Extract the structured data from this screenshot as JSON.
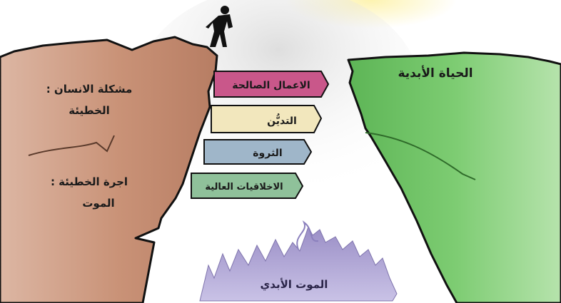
{
  "left_cliff": {
    "problem_line1": "مشكلة الانسان :",
    "problem_line2": "الخطيئة",
    "wage_line1": "اجرة الخطيئة :",
    "wage_line2": "الموت"
  },
  "right_cliff": {
    "label": "الحياة الأبدية"
  },
  "bridge_planks": [
    {
      "label": "الاعمال الصالحة",
      "color": "#c9578a"
    },
    {
      "label": "التديُّن",
      "color": "#f2e7bd"
    },
    {
      "label": "الثروة",
      "color": "#9fb6c9"
    },
    {
      "label": "الاخلاقيات العالية",
      "color": "#8fc19a"
    }
  ],
  "abyss": {
    "label": "الموت الأبدي"
  },
  "colors": {
    "left_cliff": "#c99277",
    "right_cliff": "#72c66a",
    "flames": "#a89ccd",
    "sky_glow": "#fbefa8",
    "figure": "#111111"
  },
  "icons": {
    "figure": "standing-man-icon"
  }
}
